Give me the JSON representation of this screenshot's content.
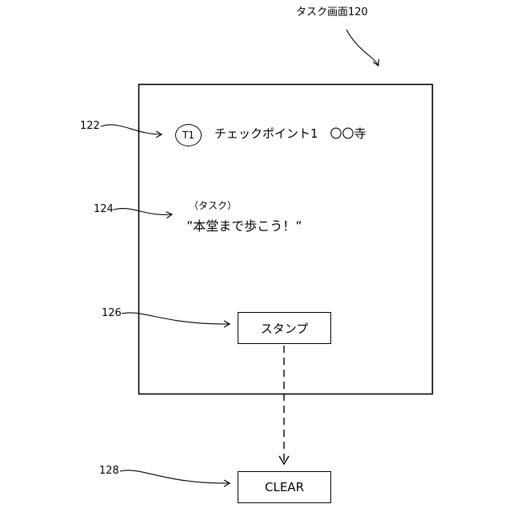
{
  "screen": {
    "title": "タスク画面120"
  },
  "references": {
    "checkpoint_row": "122",
    "task_area": "124",
    "stamp_button": "126",
    "clear_button": "128"
  },
  "checkpoint": {
    "id": "T1",
    "name": "チェックポイント1　〇〇寺"
  },
  "task": {
    "heading": "（タスク）",
    "text": "”本堂まで歩こう！”"
  },
  "buttons": {
    "stamp_label": "スタンプ",
    "clear_label": "CLEAR"
  }
}
